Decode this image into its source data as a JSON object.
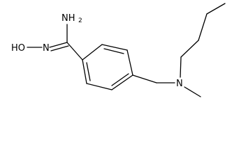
{
  "molecule": {
    "labels": {
      "amine": "NH",
      "amine_subscript": "2",
      "imine_n": "N",
      "hydroxyl": "HO",
      "tertiary_n": "N"
    }
  }
}
